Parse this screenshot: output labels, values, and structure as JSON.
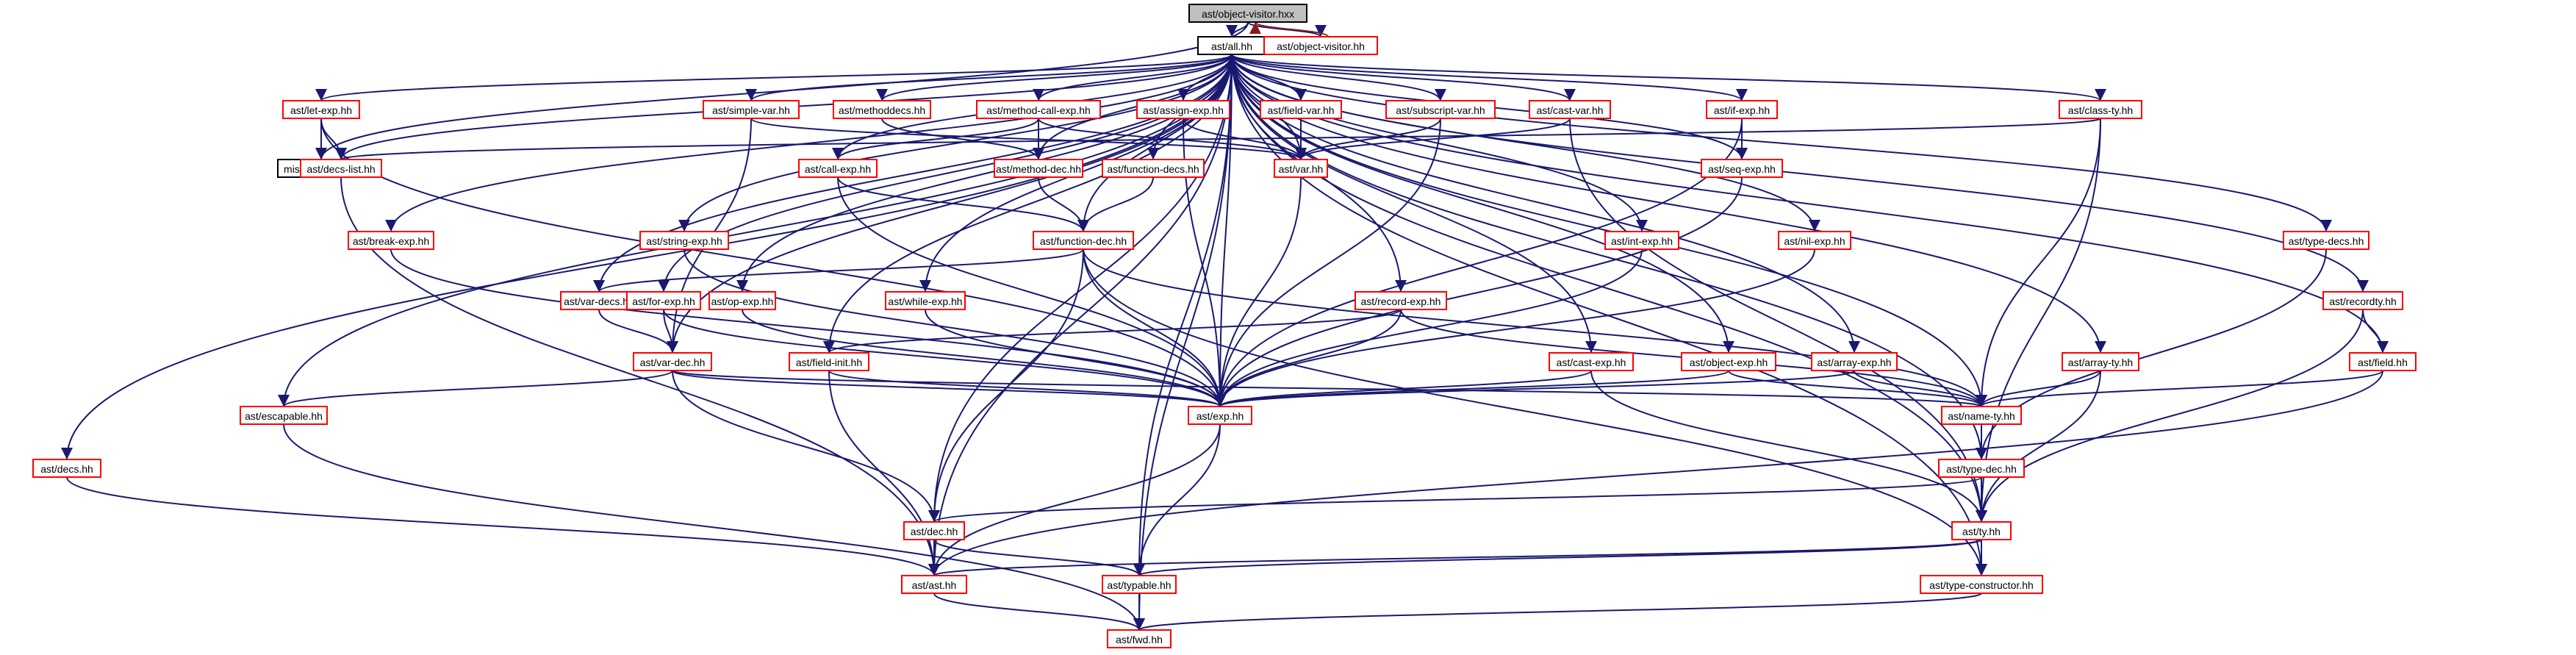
{
  "nodes": [
    {
      "id": "object_visitor_hxx",
      "label": "ast/object-visitor.hxx",
      "style": "root"
    },
    {
      "id": "all",
      "label": "ast/all.hh",
      "style": "plain"
    },
    {
      "id": "object_visitor_hh",
      "label": "ast/object-visitor.hh",
      "style": "red"
    },
    {
      "id": "let_exp",
      "label": "ast/let-exp.hh",
      "style": "red"
    },
    {
      "id": "simple_var",
      "label": "ast/simple-var.hh",
      "style": "red"
    },
    {
      "id": "methoddecs",
      "label": "ast/methoddecs.hh",
      "style": "red"
    },
    {
      "id": "method_call_exp",
      "label": "ast/method-call-exp.hh",
      "style": "red"
    },
    {
      "id": "assign_exp",
      "label": "ast/assign-exp.hh",
      "style": "red"
    },
    {
      "id": "field_var",
      "label": "ast/field-var.hh",
      "style": "red"
    },
    {
      "id": "subscript_var",
      "label": "ast/subscript-var.hh",
      "style": "red"
    },
    {
      "id": "cast_var",
      "label": "ast/cast-var.hh",
      "style": "red"
    },
    {
      "id": "if_exp",
      "label": "ast/if-exp.hh",
      "style": "red"
    },
    {
      "id": "class_ty",
      "label": "ast/class-ty.hh",
      "style": "red"
    },
    {
      "id": "contract",
      "label": "misc/contract.hh",
      "style": "plain"
    },
    {
      "id": "decs_list",
      "label": "ast/decs-list.hh",
      "style": "red"
    },
    {
      "id": "call_exp",
      "label": "ast/call-exp.hh",
      "style": "red"
    },
    {
      "id": "method_dec",
      "label": "ast/method-dec.hh",
      "style": "red"
    },
    {
      "id": "function_decs",
      "label": "ast/function-decs.hh",
      "style": "red"
    },
    {
      "id": "var",
      "label": "ast/var.hh",
      "style": "red"
    },
    {
      "id": "seq_exp",
      "label": "ast/seq-exp.hh",
      "style": "red"
    },
    {
      "id": "break_exp",
      "label": "ast/break-exp.hh",
      "style": "red"
    },
    {
      "id": "string_exp",
      "label": "ast/string-exp.hh",
      "style": "red"
    },
    {
      "id": "function_dec",
      "label": "ast/function-dec.hh",
      "style": "red"
    },
    {
      "id": "int_exp",
      "label": "ast/int-exp.hh",
      "style": "red"
    },
    {
      "id": "nil_exp",
      "label": "ast/nil-exp.hh",
      "style": "red"
    },
    {
      "id": "type_decs",
      "label": "ast/type-decs.hh",
      "style": "red"
    },
    {
      "id": "var_decs",
      "label": "ast/var-decs.hh",
      "style": "red"
    },
    {
      "id": "for_exp",
      "label": "ast/for-exp.hh",
      "style": "red"
    },
    {
      "id": "op_exp",
      "label": "ast/op-exp.hh",
      "style": "red"
    },
    {
      "id": "while_exp",
      "label": "ast/while-exp.hh",
      "style": "red"
    },
    {
      "id": "record_exp",
      "label": "ast/record-exp.hh",
      "style": "red"
    },
    {
      "id": "recordty",
      "label": "ast/recordty.hh",
      "style": "red"
    },
    {
      "id": "field_init",
      "label": "ast/field-init.hh",
      "style": "red"
    },
    {
      "id": "var_dec",
      "label": "ast/var-dec.hh",
      "style": "red"
    },
    {
      "id": "cast_exp",
      "label": "ast/cast-exp.hh",
      "style": "red"
    },
    {
      "id": "object_exp",
      "label": "ast/object-exp.hh",
      "style": "red"
    },
    {
      "id": "array_exp",
      "label": "ast/array-exp.hh",
      "style": "red"
    },
    {
      "id": "array_ty",
      "label": "ast/array-ty.hh",
      "style": "red"
    },
    {
      "id": "field",
      "label": "ast/field.hh",
      "style": "red"
    },
    {
      "id": "escapable",
      "label": "ast/escapable.hh",
      "style": "red"
    },
    {
      "id": "exp",
      "label": "ast/exp.hh",
      "style": "red"
    },
    {
      "id": "name_ty",
      "label": "ast/name-ty.hh",
      "style": "red"
    },
    {
      "id": "decs",
      "label": "ast/decs.hh",
      "style": "red"
    },
    {
      "id": "type_dec",
      "label": "ast/type-dec.hh",
      "style": "red"
    },
    {
      "id": "dec",
      "label": "ast/dec.hh",
      "style": "red"
    },
    {
      "id": "ty",
      "label": "ast/ty.hh",
      "style": "red"
    },
    {
      "id": "ast",
      "label": "ast/ast.hh",
      "style": "red"
    },
    {
      "id": "typable",
      "label": "ast/typable.hh",
      "style": "red"
    },
    {
      "id": "type_constructor",
      "label": "ast/type-constructor.hh",
      "style": "red"
    },
    {
      "id": "fwd",
      "label": "ast/fwd.hh",
      "style": "red"
    }
  ],
  "edges": [
    [
      "object_visitor_hxx",
      "all"
    ],
    [
      "object_visitor_hxx",
      "contract"
    ],
    [
      "object_visitor_hxx",
      "object_visitor_hh"
    ],
    [
      "object_visitor_hh",
      "object_visitor_hxx",
      "red"
    ],
    [
      "all",
      "let_exp"
    ],
    [
      "all",
      "simple_var"
    ],
    [
      "all",
      "methoddecs"
    ],
    [
      "all",
      "method_call_exp"
    ],
    [
      "all",
      "assign_exp"
    ],
    [
      "all",
      "field_var"
    ],
    [
      "all",
      "subscript_var"
    ],
    [
      "all",
      "cast_var"
    ],
    [
      "all",
      "if_exp"
    ],
    [
      "all",
      "class_ty"
    ],
    [
      "all",
      "decs_list"
    ],
    [
      "all",
      "call_exp"
    ],
    [
      "all",
      "method_dec"
    ],
    [
      "all",
      "function_decs"
    ],
    [
      "all",
      "var"
    ],
    [
      "all",
      "seq_exp"
    ],
    [
      "all",
      "break_exp"
    ],
    [
      "all",
      "string_exp"
    ],
    [
      "all",
      "function_dec"
    ],
    [
      "all",
      "int_exp"
    ],
    [
      "all",
      "nil_exp"
    ],
    [
      "all",
      "type_decs"
    ],
    [
      "all",
      "var_decs"
    ],
    [
      "all",
      "for_exp"
    ],
    [
      "all",
      "op_exp"
    ],
    [
      "all",
      "while_exp"
    ],
    [
      "all",
      "record_exp"
    ],
    [
      "all",
      "recordty"
    ],
    [
      "all",
      "field_init"
    ],
    [
      "all",
      "var_dec"
    ],
    [
      "all",
      "cast_exp"
    ],
    [
      "all",
      "object_exp"
    ],
    [
      "all",
      "array_exp"
    ],
    [
      "all",
      "array_ty"
    ],
    [
      "all",
      "field"
    ],
    [
      "all",
      "escapable"
    ],
    [
      "all",
      "exp"
    ],
    [
      "all",
      "name_ty"
    ],
    [
      "all",
      "decs"
    ],
    [
      "all",
      "type_dec"
    ],
    [
      "all",
      "dec"
    ],
    [
      "all",
      "ty"
    ],
    [
      "all",
      "ast"
    ],
    [
      "all",
      "typable"
    ],
    [
      "all",
      "type_constructor"
    ],
    [
      "all",
      "fwd"
    ],
    [
      "let_exp",
      "contract"
    ],
    [
      "let_exp",
      "decs_list"
    ],
    [
      "let_exp",
      "exp"
    ],
    [
      "simple_var",
      "var"
    ],
    [
      "simple_var",
      "var_dec"
    ],
    [
      "methoddecs",
      "method_dec"
    ],
    [
      "method_call_exp",
      "call_exp"
    ],
    [
      "method_call_exp",
      "method_dec"
    ],
    [
      "method_call_exp",
      "var"
    ],
    [
      "assign_exp",
      "var"
    ],
    [
      "assign_exp",
      "exp"
    ],
    [
      "field_var",
      "var"
    ],
    [
      "subscript_var",
      "var"
    ],
    [
      "subscript_var",
      "exp"
    ],
    [
      "cast_var",
      "var"
    ],
    [
      "cast_var",
      "ty"
    ],
    [
      "if_exp",
      "seq_exp"
    ],
    [
      "if_exp",
      "exp"
    ],
    [
      "class_ty",
      "decs_list"
    ],
    [
      "class_ty",
      "name_ty"
    ],
    [
      "class_ty",
      "ty"
    ],
    [
      "decs_list",
      "ast"
    ],
    [
      "call_exp",
      "function_dec"
    ],
    [
      "call_exp",
      "exp"
    ],
    [
      "method_dec",
      "function_dec"
    ],
    [
      "function_decs",
      "function_dec"
    ],
    [
      "var",
      "exp"
    ],
    [
      "seq_exp",
      "exp"
    ],
    [
      "break_exp",
      "exp"
    ],
    [
      "string_exp",
      "exp"
    ],
    [
      "function_dec",
      "var_decs"
    ],
    [
      "function_dec",
      "exp"
    ],
    [
      "function_dec",
      "name_ty"
    ],
    [
      "function_dec",
      "dec"
    ],
    [
      "function_dec",
      "type_constructor"
    ],
    [
      "int_exp",
      "exp"
    ],
    [
      "nil_exp",
      "exp"
    ],
    [
      "type_decs",
      "type_dec"
    ],
    [
      "var_decs",
      "var_dec"
    ],
    [
      "for_exp",
      "var_dec"
    ],
    [
      "for_exp",
      "exp"
    ],
    [
      "op_exp",
      "exp"
    ],
    [
      "while_exp",
      "exp"
    ],
    [
      "record_exp",
      "field_init"
    ],
    [
      "record_exp",
      "exp"
    ],
    [
      "record_exp",
      "name_ty"
    ],
    [
      "recordty",
      "field"
    ],
    [
      "recordty",
      "ty"
    ],
    [
      "field_init",
      "exp"
    ],
    [
      "field_init",
      "ast"
    ],
    [
      "var_dec",
      "escapable"
    ],
    [
      "var_dec",
      "exp"
    ],
    [
      "var_dec",
      "name_ty"
    ],
    [
      "var_dec",
      "dec"
    ],
    [
      "cast_exp",
      "exp"
    ],
    [
      "cast_exp",
      "ty"
    ],
    [
      "object_exp",
      "exp"
    ],
    [
      "object_exp",
      "name_ty"
    ],
    [
      "array_exp",
      "exp"
    ],
    [
      "array_exp",
      "name_ty"
    ],
    [
      "array_ty",
      "name_ty"
    ],
    [
      "array_ty",
      "ty"
    ],
    [
      "field",
      "name_ty"
    ],
    [
      "field",
      "ast"
    ],
    [
      "escapable",
      "fwd"
    ],
    [
      "exp",
      "ast"
    ],
    [
      "exp",
      "typable"
    ],
    [
      "name_ty",
      "type_dec"
    ],
    [
      "name_ty",
      "ty"
    ],
    [
      "decs",
      "ast"
    ],
    [
      "type_dec",
      "dec"
    ],
    [
      "type_dec",
      "ty"
    ],
    [
      "type_dec",
      "type_constructor"
    ],
    [
      "dec",
      "ast"
    ],
    [
      "dec",
      "typable"
    ],
    [
      "ty",
      "ast"
    ],
    [
      "ty",
      "typable"
    ],
    [
      "ty",
      "type_constructor"
    ],
    [
      "ast",
      "fwd"
    ],
    [
      "typable",
      "fwd"
    ],
    [
      "type_constructor",
      "fwd"
    ]
  ]
}
